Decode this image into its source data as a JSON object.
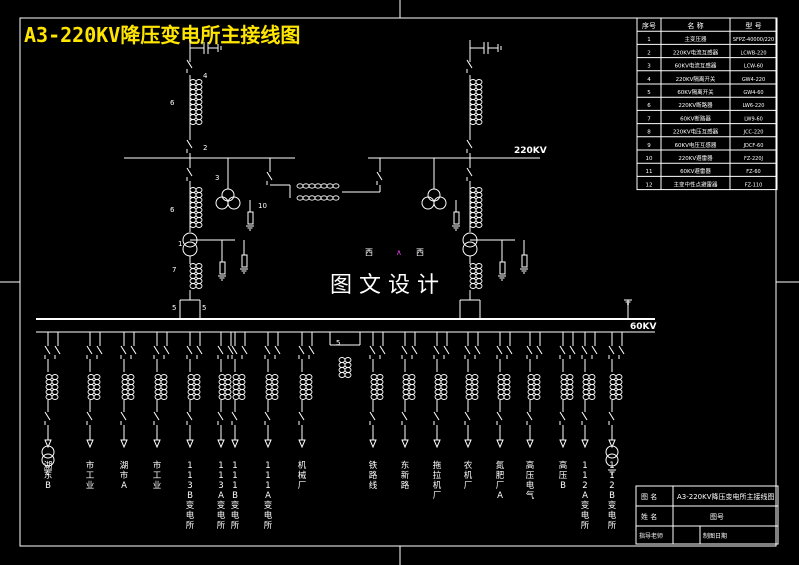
{
  "title": "A3-220KV降压变电所主接线图",
  "watermark": "图 文 设 计",
  "bus_labels": {
    "hv": "220KV",
    "lv": "60KV"
  },
  "small_marks": [
    "西",
    "西",
    "∧"
  ],
  "ct_numbers": {
    "n1": "1",
    "n2": "2",
    "n3": "3",
    "n4": "4",
    "n5": "5",
    "n6": "6",
    "n7": "7",
    "n10": "10"
  },
  "feeders": [
    {
      "label": "湖东B"
    },
    {
      "label": "市工业"
    },
    {
      "label": "湖市A"
    },
    {
      "label": "市工业"
    },
    {
      "label": "113B变电所"
    },
    {
      "label": "113A变电所"
    },
    {
      "label": "111B变电所"
    },
    {
      "label": "111A变电所"
    },
    {
      "label": "机械厂"
    },
    {
      "label": "铁路线"
    },
    {
      "label": "东新路"
    },
    {
      "label": "拖拉机厂"
    },
    {
      "label": "农机厂"
    },
    {
      "label": "氮肥厂A"
    },
    {
      "label": "高压电气"
    },
    {
      "label": "高压B"
    },
    {
      "label": "112A变电所"
    },
    {
      "label": "112B变电所"
    }
  ],
  "parts_table": {
    "headers": [
      "序号",
      "名 称",
      "型 号"
    ],
    "rows": [
      [
        "1",
        "主变压器",
        "SFPZ-40000/220"
      ],
      [
        "2",
        "220KV电流互感器",
        "LCWB-220"
      ],
      [
        "3",
        "60KV电流互感器",
        "LCW-60"
      ],
      [
        "4",
        "220KV隔离开关",
        "GW4-220"
      ],
      [
        "5",
        "60KV隔离开关",
        "GW4-60"
      ],
      [
        "6",
        "220KV断路器",
        "LW6-220"
      ],
      [
        "7",
        "60KV断路器",
        "LW9-60"
      ],
      [
        "8",
        "220KV电压互感器",
        "JCC-220"
      ],
      [
        "9",
        "60KV电压互感器",
        "JDCF-60"
      ],
      [
        "10",
        "220KV避雷器",
        "FZ-220J"
      ],
      [
        "11",
        "60KV避雷器",
        "FZ-60"
      ],
      [
        "12",
        "主变中性点避雷器",
        "FZ-110"
      ]
    ]
  },
  "title_block": {
    "row1_label": "图 名",
    "row1_value": "A3-220KV降压变电所主接线图",
    "row2_label": "姓 名",
    "row2_value": "图号",
    "row3_label": "指导老师",
    "row3_value": "制图日期"
  }
}
